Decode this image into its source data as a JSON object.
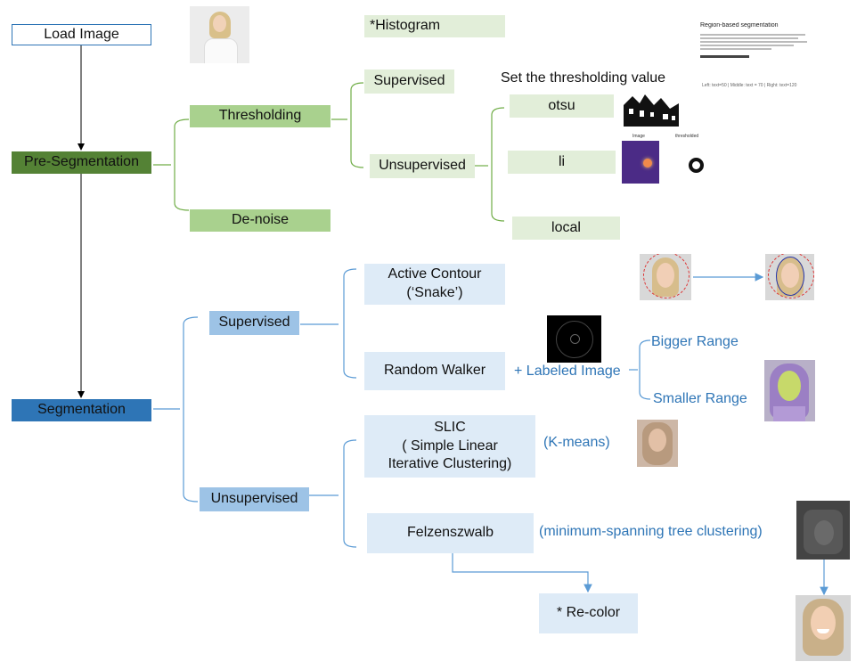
{
  "pipeline": {
    "load_image": "Load Image",
    "pre_segmentation": "Pre-Segmentation",
    "segmentation": "Segmentation"
  },
  "pre": {
    "histogram": "*Histogram",
    "thresholding": "Thresholding",
    "denoise": "De-noise",
    "supervised": "Supervised",
    "unsupervised": "Unsupervised",
    "set_threshold": "Set the thresholding value",
    "otsu": "otsu",
    "li": "li",
    "local": "local"
  },
  "doc_thumb": {
    "title": "Region-based segmentation",
    "footer": "Left: text=50 | Middle: text = 70 | Right: text=120"
  },
  "li_thumb": {
    "left_title": "Image",
    "right_title": "thresholded"
  },
  "seg": {
    "supervised": "Supervised",
    "unsupervised": "Unsupervised",
    "active_contour_1": "Active Contour",
    "active_contour_2": "(‘Snake’)",
    "random_walker": "Random Walker",
    "labeled_image": "+ Labeled Image",
    "bigger_range": "Bigger Range",
    "smaller_range": "Smaller Range",
    "slic_1": "SLIC",
    "slic_2": "( Simple Linear",
    "slic_3": "Iterative Clustering)",
    "kmeans": "(K-means)",
    "felzenszwalb": "Felzenszwalb",
    "mst": "(minimum-spanning tree clustering)",
    "recolor": "* Re-color"
  },
  "colors": {
    "pre_segmentation_box": "#548235",
    "segmentation_box": "#2e75b6",
    "green_light": "#e2eed9",
    "green_mid": "#a9d18e",
    "blue_light": "#deebf7",
    "blue_mid": "#9dc3e6",
    "blue_text": "#2e75b6",
    "green_bracket": "#70ad47"
  }
}
